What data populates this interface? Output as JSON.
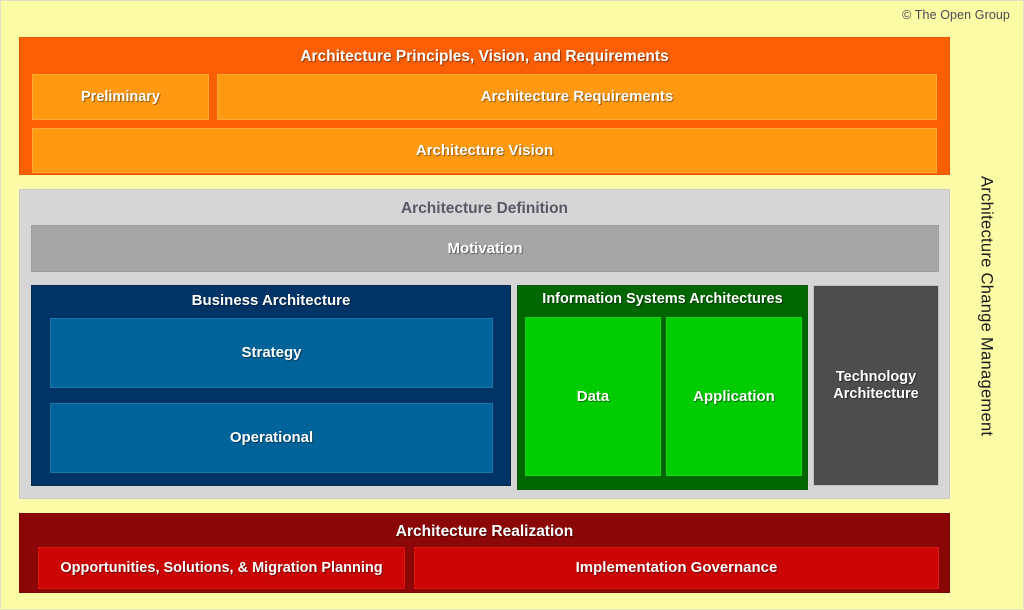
{
  "copyright": "© The Open Group",
  "side_label": {
    "text": "Architecture Change Management"
  },
  "principles": {
    "title": "Architecture Principles, Vision, and Requirements",
    "cells": [
      {
        "label": "Preliminary"
      },
      {
        "label": "Architecture Requirements"
      },
      {
        "label": "Architecture Vision"
      }
    ]
  },
  "definition": {
    "title": "Architecture Definition",
    "motivation": "Motivation",
    "business": {
      "title": "Business Architecture",
      "cells": [
        {
          "label": "Strategy"
        },
        {
          "label": "Operational"
        }
      ]
    },
    "information_systems": {
      "title": "Information Systems Architectures",
      "cells": [
        {
          "label": "Data"
        },
        {
          "label": "Application"
        }
      ]
    },
    "technology": {
      "label": "Technology Architecture"
    }
  },
  "realization": {
    "title": "Architecture Realization",
    "cells": [
      {
        "label": "Opportunities, Solutions, & Migration Planning"
      },
      {
        "label": "Implementation Governance"
      }
    ]
  },
  "colors": {
    "background": "#FCFBA6",
    "principles_outer": "#FA5F05",
    "principles_inner": "#FF9911",
    "definition_outer": "#D6D6D6",
    "motivation": "#A6A6A6",
    "business_outer": "#003366",
    "business_inner": "#00649B",
    "is_outer": "#006600",
    "is_inner": "#00CC00",
    "technology": "#4D4D4D",
    "realization_outer": "#8B0707",
    "realization_inner": "#CC0505"
  }
}
